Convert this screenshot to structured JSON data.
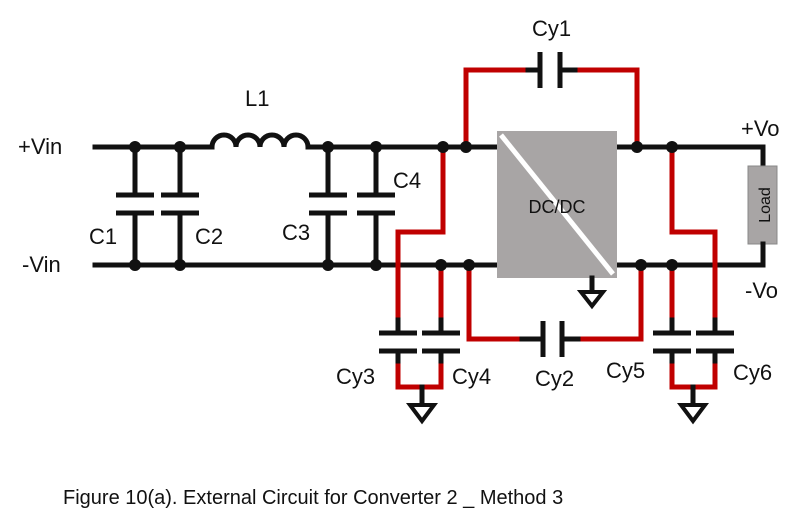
{
  "labels": {
    "vin_pos": "+Vin",
    "vin_neg": "-Vin",
    "vo_pos": "+Vo",
    "vo_neg": "-Vo",
    "l1": "L1",
    "c1": "C1",
    "c2": "C2",
    "c3": "C3",
    "c4": "C4",
    "cy1": "Cy1",
    "cy2": "Cy2",
    "cy3": "Cy3",
    "cy4": "Cy4",
    "cy5": "Cy5",
    "cy6": "Cy6",
    "converter": "DC/DC",
    "load": "Load"
  },
  "caption": "Figure 10(a). External Circuit for Converter 2 _ Method 3",
  "colors": {
    "wire": "#111111",
    "y_cap_wire": "#c00000",
    "converter_fill": "#a8a5a5",
    "converter_stripe": "#ffffff",
    "load_fill": "#a8a5a5"
  }
}
